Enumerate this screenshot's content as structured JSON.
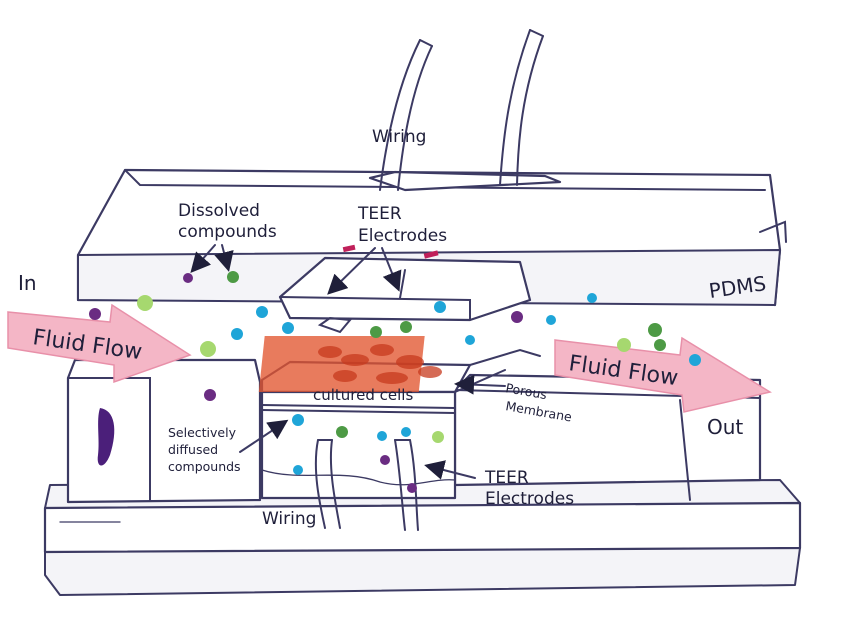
{
  "labels": {
    "wiring_top": "Wiring",
    "dissolved_line1": "Dissolved",
    "dissolved_line2": "compounds",
    "teer_top_line1": "TEER",
    "teer_top_line2": "Electrodes",
    "pdms": "PDMS",
    "in": "In",
    "out": "Out",
    "fluid_flow_left": "Fluid Flow",
    "fluid_flow_right": "Fluid Flow",
    "cultured_cells": "cultured cells",
    "porous_line1": "Porous",
    "porous_line2": "Membrane",
    "selective_line1": "Selectively",
    "selective_line2": "diffused",
    "selective_line3": "compounds",
    "teer_bottom_line1": "TEER",
    "teer_bottom_line2": "Electrodes",
    "wiring_bottom": "Wiring"
  },
  "colors": {
    "outline": "#3c3a63",
    "flow_arrow": "#f4b6c6",
    "cells": "#e2562f",
    "particle_purple": "#6a2c82",
    "particle_green": "#4d9a45",
    "particle_blue": "#1fa5d8",
    "particle_light_green": "#a6d86f"
  }
}
